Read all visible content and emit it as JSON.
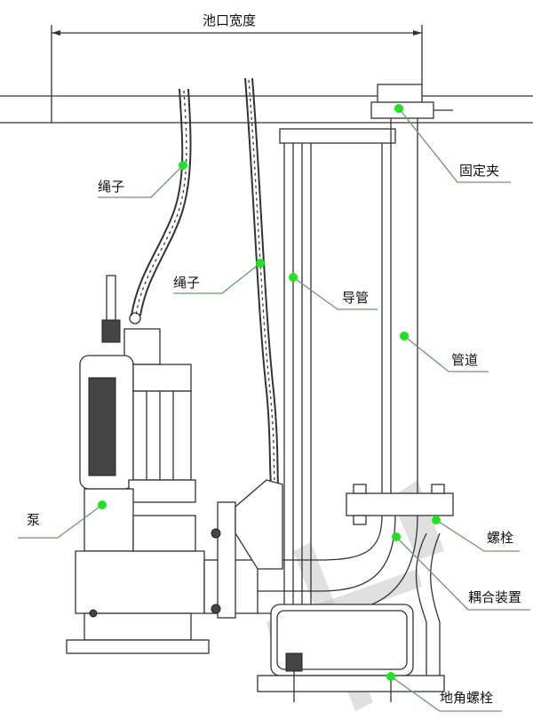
{
  "title_dimension": "池口宽度",
  "labels": {
    "rope_1": "绳子",
    "rope_2": "绳子",
    "clamp": "固定夹",
    "guide_pipe": "导管",
    "pipeline": "管道",
    "pump": "泵",
    "bolt": "螺栓",
    "coupling": "耦合装置",
    "anchor_bolt": "地角螺栓"
  },
  "colors": {
    "marker": "#22e022",
    "leader": "#6a9a6a",
    "line": "#333333"
  }
}
